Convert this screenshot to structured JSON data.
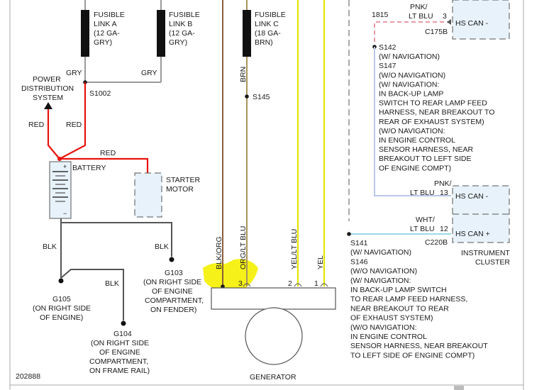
{
  "fusible_links": {
    "a": {
      "line1": "FUSIBLE",
      "line2": "LINK A",
      "line3": "(12 GA-",
      "line4": "GRY)"
    },
    "b": {
      "line1": "FUSIBLE",
      "line2": "LINK B",
      "line3": "(12 GA-",
      "line4": "GRY)"
    },
    "c": {
      "line1": "FUSIBLE",
      "line2": "LINK C",
      "line3": "(18 GA-",
      "line4": "BRN)"
    }
  },
  "wires": {
    "gry_a": "GRY",
    "gry_b": "GRY",
    "red_pds": "RED",
    "red_batt": "RED",
    "red_starter": "RED",
    "brn": "BRN",
    "blk_g105": "BLK",
    "blk_g103": "BLK",
    "blk_g104": "BLK",
    "blk_org": "BLK/ORG",
    "org_lt_blu": "ORG/LT BLU",
    "yel_lt_blu": "YEL/LT BLU",
    "yel": "YEL",
    "pnk_lt_blu_top_1": "PNK/",
    "pnk_lt_blu_top_2": "LT BLU",
    "pnk_lt_blu_mid_1": "PNK/",
    "pnk_lt_blu_mid_2": "LT BLU",
    "wht_lt_blu_1": "WHT/",
    "wht_lt_blu_2": "LT BLU"
  },
  "splices": {
    "s1002": "S1002",
    "s145": "S145"
  },
  "components": {
    "pds_1": "POWER",
    "pds_2": "DISTRIBUTION",
    "pds_3": "SYSTEM",
    "battery": "BATTERY",
    "starter_1": "STARTER",
    "starter_2": "MOTOR",
    "generator": "GENERATOR",
    "hs_can_minus_top": "HS CAN -",
    "hs_can_minus": "HS CAN -",
    "hs_can_plus": "HS CAN +",
    "cluster_1": "INSTRUMENT",
    "cluster_2": "CLUSTER"
  },
  "grounds": {
    "g105": [
      "G105",
      "(ON RIGHT SIDE",
      "OF ENGINE)"
    ],
    "g103": [
      "G103",
      "(ON RIGHT SIDE",
      "OF ENGINE",
      "COMPARTMENT,",
      "ON FENDER)"
    ],
    "g104": [
      "G104",
      "(ON RIGHT SIDE",
      "OF ENGINE",
      "COMPARTMENT,",
      "ON FRAME RAIL)"
    ]
  },
  "connectors": {
    "c175b": "C175B",
    "c220b": "C220B",
    "circuit_1815": "1815",
    "pin_3_top": "3",
    "pin_13": "13",
    "pin_12": "12",
    "gen_pin_3": "3",
    "gen_pin_2": "2",
    "gen_pin_1": "1"
  },
  "notes": {
    "s142_block": [
      "S142",
      "(W/ NAVIGATION)",
      "S147",
      "(W/O NAVIGATION)",
      "(W/ NAVIGATION:",
      "IN BACK-UP LAMP",
      "SWITCH TO REAR LAMP FEED",
      "HARNESS, NEAR BREAKOUT TO",
      "REAR OF EXHAUST SYSTEM)",
      "(W/O NAVIGATION:",
      "IN ENGINE CONTROL",
      "SENSOR HARNESS, NEAR",
      "BREAKOUT TO LEFT SIDE",
      "OF ENGINE COMPT)"
    ],
    "s141_block": [
      "S141",
      "(W/ NAVIGATION)",
      "S146",
      "(W/O NAVIGATION)",
      "(W/ NAVIGATION:",
      "IN BACK-UP LAMP SWITCH",
      "TO REAR LAMP FEED HARNESS,",
      "NEAR BREAKOUT TO REAR",
      "OF EXHAUST SYSTEM)",
      "(W/O NAVIGATION:",
      "IN ENGINE CONTROL",
      "SENSOR HARNESS, NEAR BREAKOUT",
      "TO LEFT SIDE OF ENGINE COMPT)"
    ]
  },
  "figure_id": "202888",
  "colors": {
    "red": "#e8120c",
    "gry": "#9a9a9a",
    "brn": "#a8935a",
    "yel": "#e2e600",
    "highlight": "#f4f000"
  }
}
